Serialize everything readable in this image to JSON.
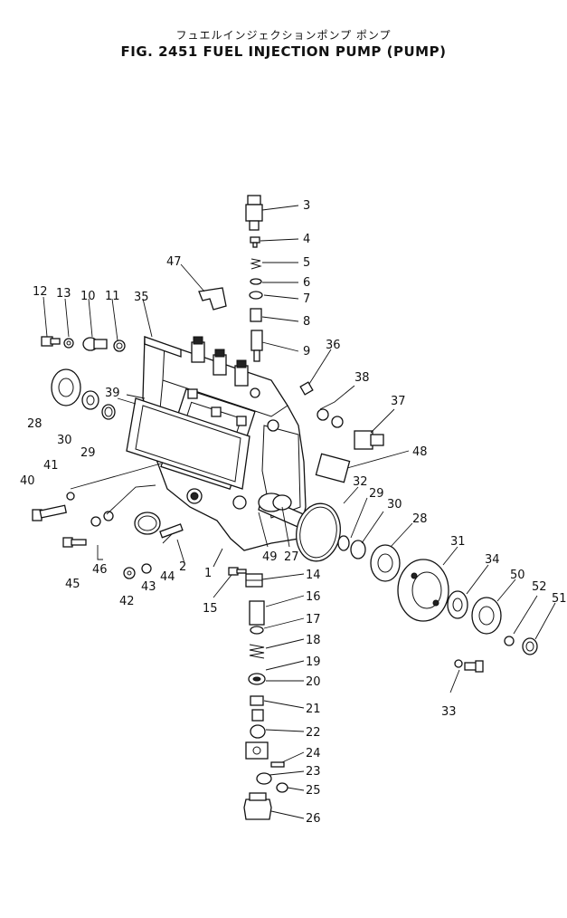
{
  "header": {
    "japanese_title": "フュエルインジェクションポンプ ポンプ",
    "figure_title": "FIG. 2451  FUEL INJECTION PUMP (PUMP)"
  },
  "callouts": {
    "c1": "1",
    "c2": "2",
    "c3": "3",
    "c4": "4",
    "c5": "5",
    "c6": "6",
    "c7": "7",
    "c8": "8",
    "c9": "9",
    "c10": "10",
    "c11": "11",
    "c12": "12",
    "c13": "13",
    "c14": "14",
    "c15": "15",
    "c16": "16",
    "c17": "17",
    "c18": "18",
    "c19": "19",
    "c20": "20",
    "c21": "21",
    "c22": "22",
    "c23": "23",
    "c24": "24",
    "c25": "25",
    "c26": "26",
    "c27": "27",
    "c28": "28",
    "c29": "29",
    "c30": "30",
    "c31": "31",
    "c32": "32",
    "c33": "33",
    "c34": "34",
    "c35": "35",
    "c36": "36",
    "c37": "37",
    "c38": "38",
    "c39": "39",
    "c40": "40",
    "c41": "41",
    "c42": "42",
    "c43": "43",
    "c44": "44",
    "c45": "45",
    "c46": "46",
    "c47": "47",
    "c48": "48",
    "c49": "49",
    "c50": "50",
    "c51": "51",
    "c52": "52"
  }
}
